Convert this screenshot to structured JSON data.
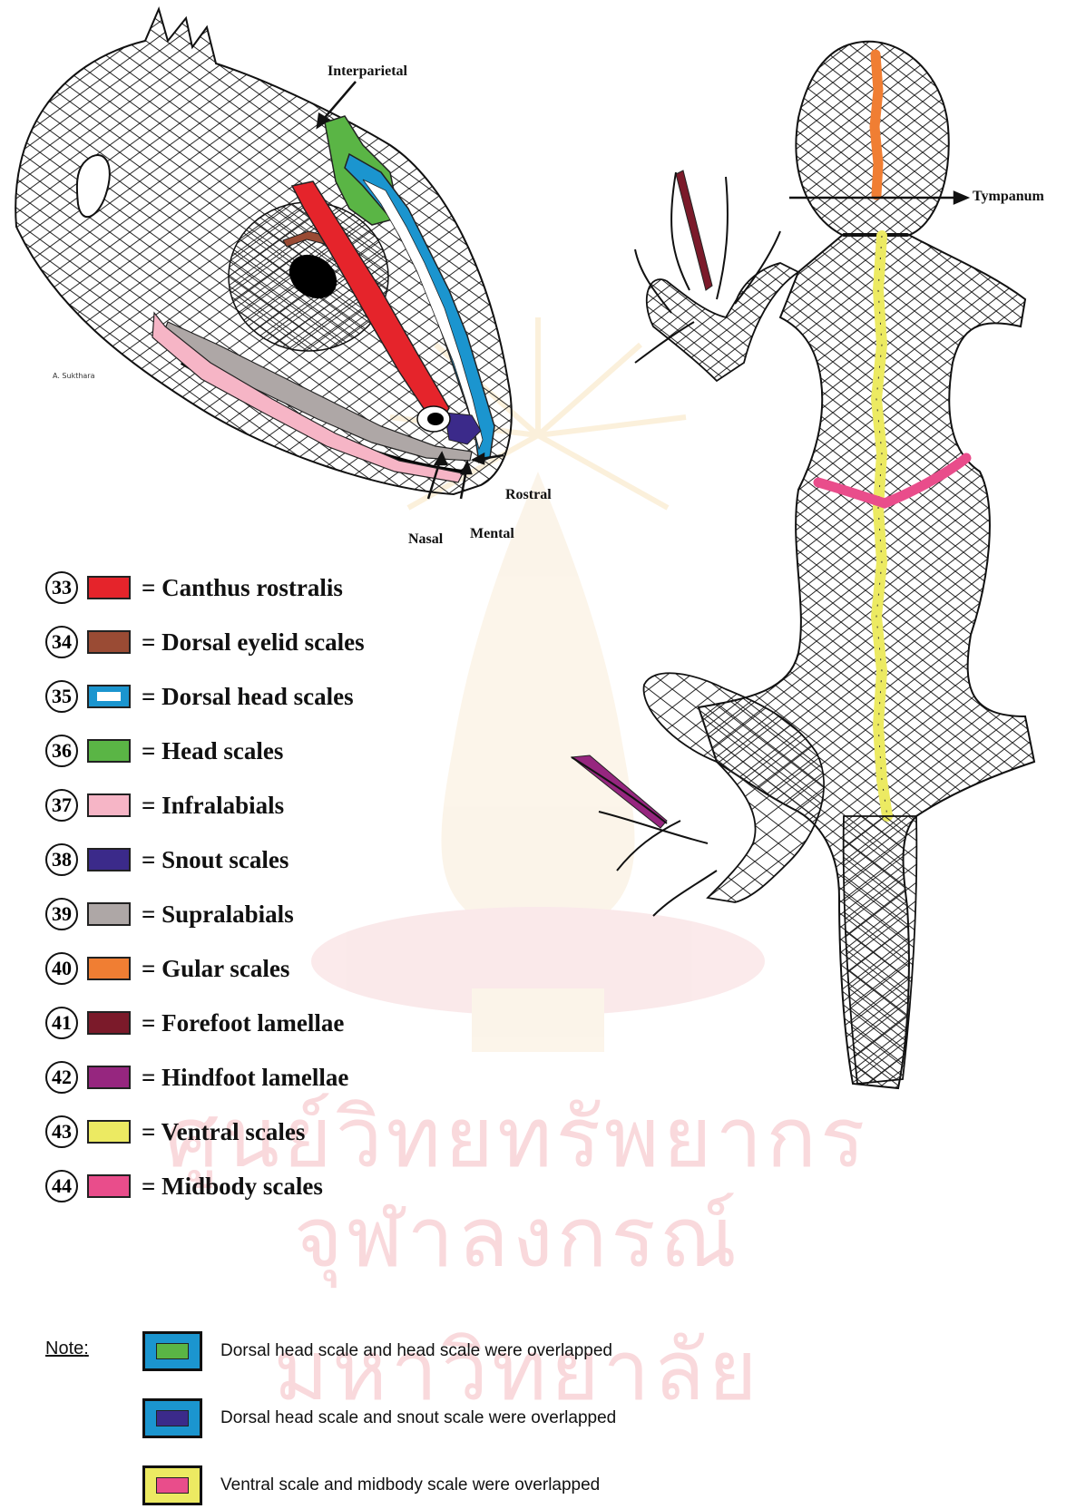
{
  "illustration": {
    "signature": "A. Sukthara",
    "callouts": {
      "interparietal": "Interparietal",
      "tympanum": "Tympanum",
      "rostral": "Rostral",
      "mental": "Mental",
      "nasal": "Nasal"
    }
  },
  "watermark": {
    "line1": "ศูนย์วิทยทรัพยากร",
    "line2": "จุฬาลงกรณ์มหาวิทยาลัย"
  },
  "legend": [
    {
      "num": "33",
      "color": "#e5242b",
      "label": "= Canthus rostralis"
    },
    {
      "num": "34",
      "color": "#9a4b34",
      "label": "= Dorsal eyelid scales"
    },
    {
      "num": "35",
      "color": "#1b95cf",
      "hollow": true,
      "label": "= Dorsal head scales"
    },
    {
      "num": "36",
      "color": "#5ab545",
      "label": "= Head scales"
    },
    {
      "num": "37",
      "color": "#f6b5c6",
      "label": "= Infralabials"
    },
    {
      "num": "38",
      "color": "#3b2a8a",
      "label": "= Snout scales"
    },
    {
      "num": "39",
      "color": "#aea7a6",
      "label": "= Supralabials"
    },
    {
      "num": "40",
      "color": "#f07e33",
      "label": "= Gular scales"
    },
    {
      "num": "41",
      "color": "#7b1a2a",
      "label": "= Forefoot lamellae"
    },
    {
      "num": "42",
      "color": "#96267f",
      "label": "= Hindfoot lamellae"
    },
    {
      "num": "43",
      "color": "#ecea62",
      "label": "= Ventral scales"
    },
    {
      "num": "44",
      "color": "#e94d8b",
      "label": "= Midbody scales"
    }
  ],
  "note": {
    "title": "Note",
    "items": [
      {
        "outer": "#1b95cf",
        "inner": "#5ab545",
        "text": "Dorsal head scale and head scale were overlapped"
      },
      {
        "outer": "#1b95cf",
        "inner": "#3b2a8a",
        "text": "Dorsal head scale and snout scale were overlapped"
      },
      {
        "outer": "#ecea62",
        "inner": "#e94d8b",
        "text": "Ventral scale and midbody scale were overlapped"
      }
    ]
  }
}
